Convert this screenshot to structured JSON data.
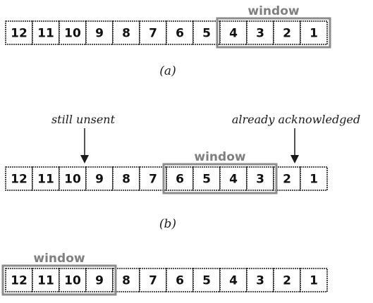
{
  "cells": [
    "12",
    "11",
    "10",
    "9",
    "8",
    "7",
    "6",
    "5",
    "4",
    "3",
    "2",
    "1"
  ],
  "window_label": "window",
  "rows": [
    {
      "window_start": 8,
      "window_size": 4,
      "caption": "(a)"
    },
    {
      "window_start": 6,
      "window_size": 4,
      "caption": "(b)"
    },
    {
      "window_start": 0,
      "window_size": 4,
      "caption": ""
    }
  ],
  "annotations": {
    "still_unsent": "still unsent",
    "already_acknowledged": "already acknowledged"
  },
  "colors": {
    "window_frame": "#8c8c8c",
    "cell_border": "#1a1a1a"
  }
}
